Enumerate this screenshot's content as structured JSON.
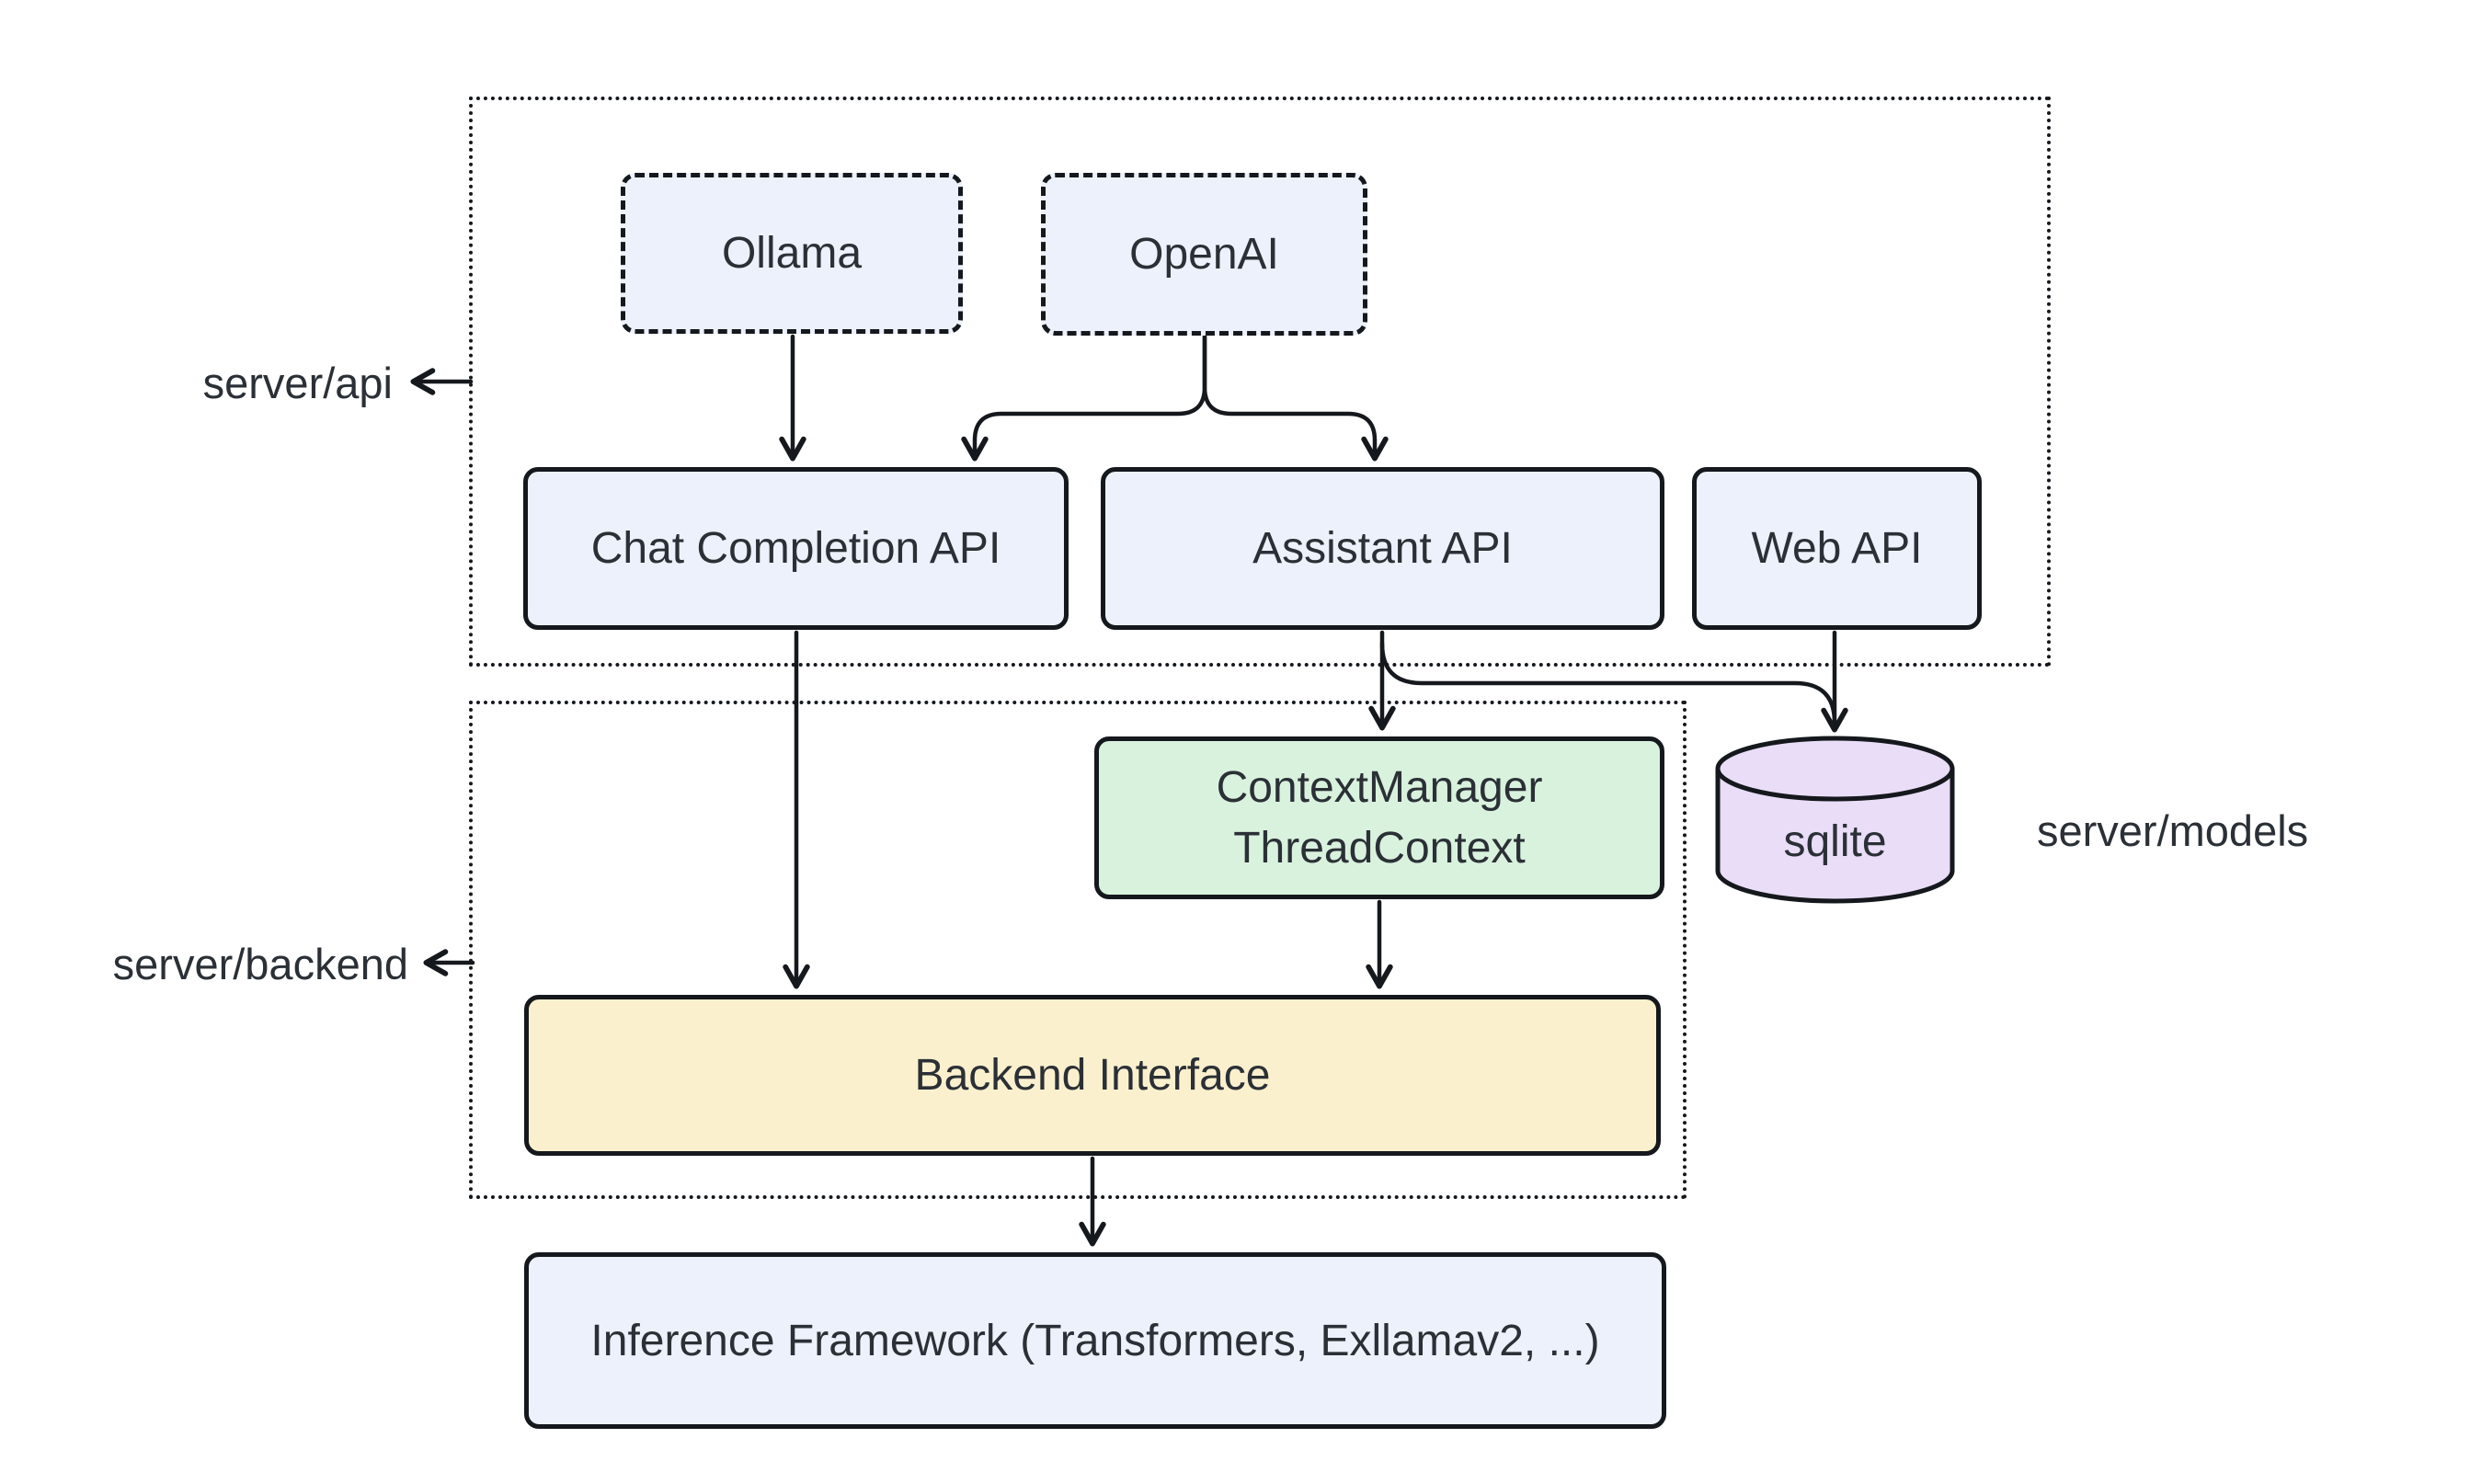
{
  "containers": {
    "server_api": {
      "label": "server/api"
    },
    "server_backend": {
      "label": "server/backend"
    },
    "server_models": {
      "label": "server/models"
    }
  },
  "nodes": {
    "ollama": {
      "label": "Ollama"
    },
    "openai": {
      "label": "OpenAI"
    },
    "chat_completion_api": {
      "label": "Chat Completion API"
    },
    "assistant_api": {
      "label": "Assistant API"
    },
    "web_api": {
      "label": "Web API"
    },
    "context_manager": {
      "line1": "ContextManager",
      "line2": "ThreadContext"
    },
    "backend_interface": {
      "label": "Backend Interface"
    },
    "inference_framework": {
      "label": "Inference Framework (Transformers, Exllamav2, ...)"
    },
    "sqlite": {
      "label": "sqlite"
    }
  },
  "colors": {
    "background": "#FFFFFF",
    "stroke": "#15181c",
    "text": "#2b3036",
    "node_blue": "#ECF1FB",
    "node_green": "#D9F2DE",
    "node_cream": "#FBF0CE",
    "node_purple": "#E9DDF8"
  }
}
